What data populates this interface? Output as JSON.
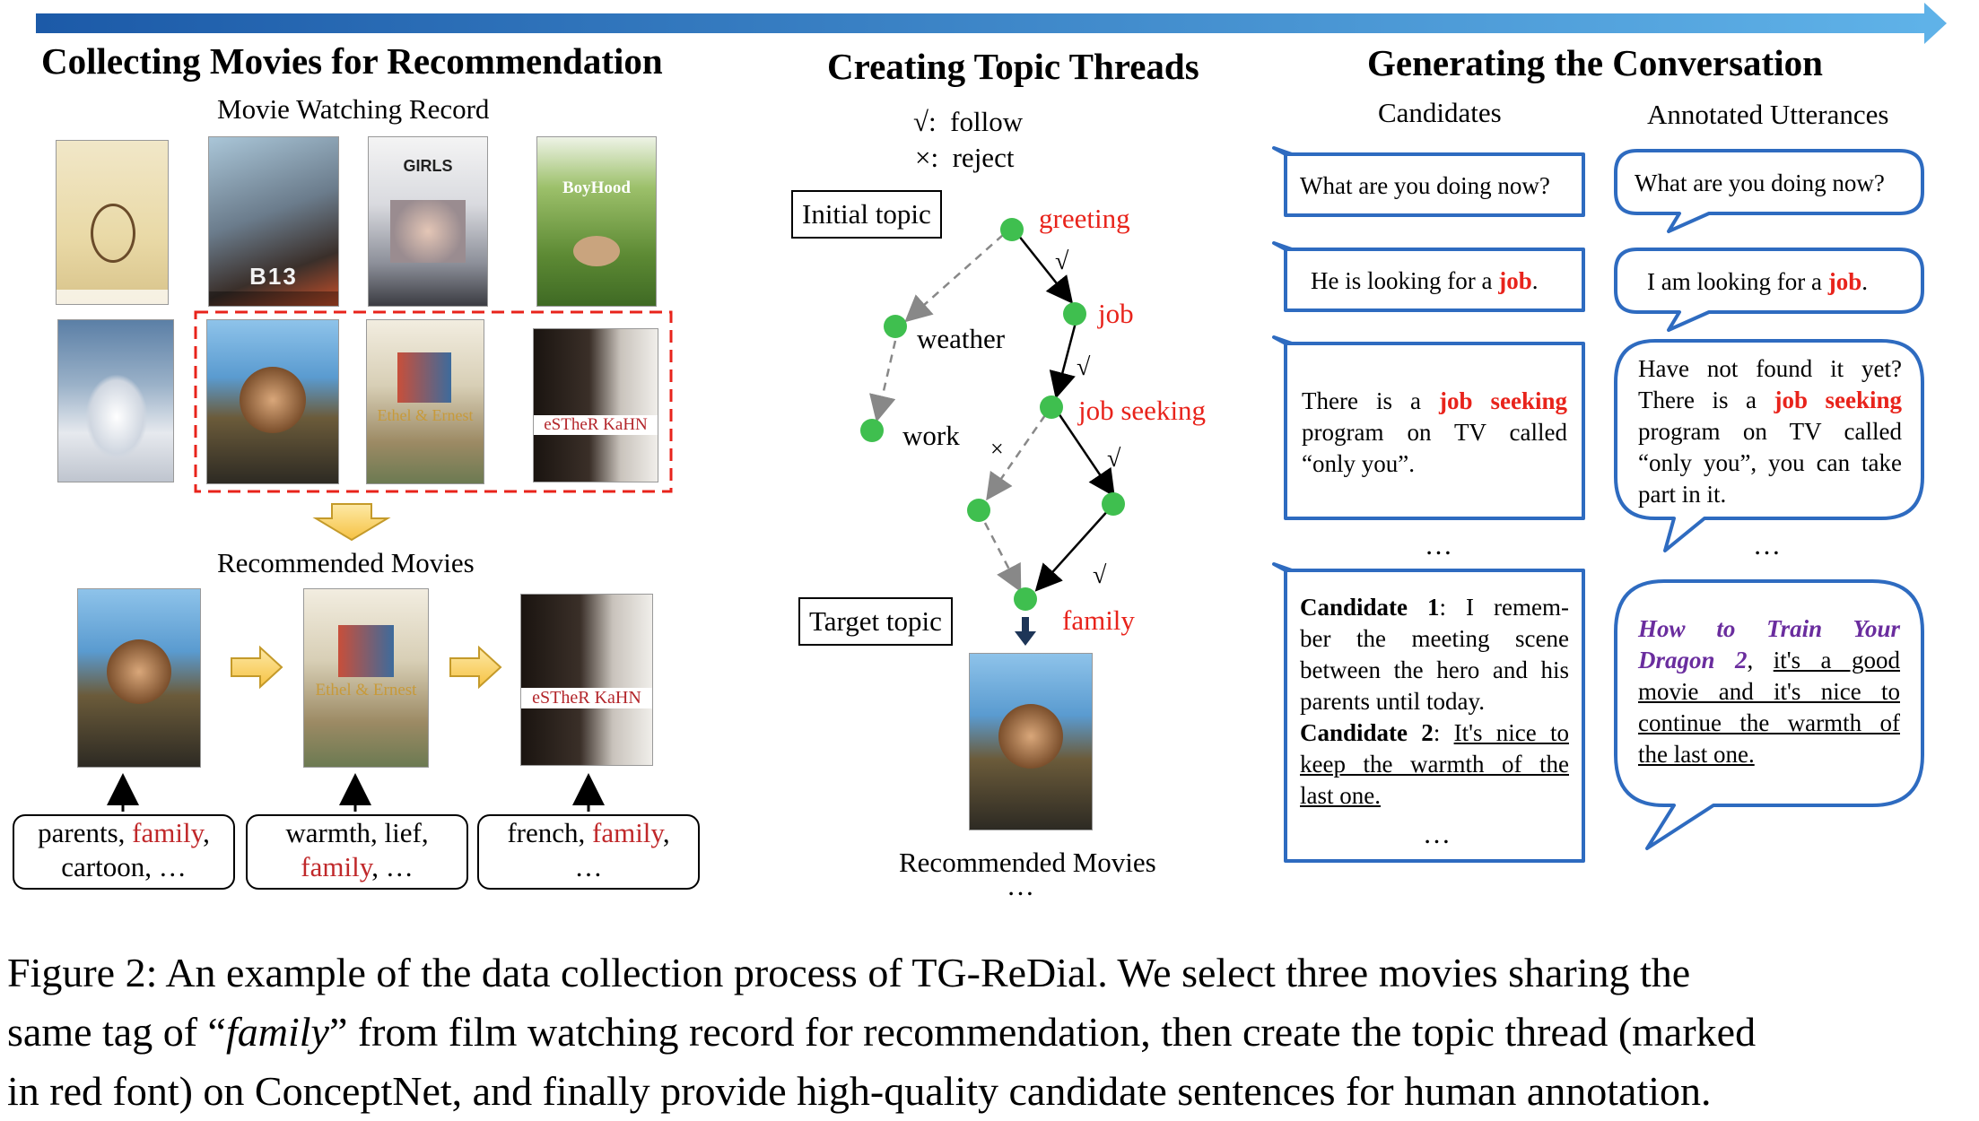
{
  "sections": {
    "left_title": "Collecting Movies for Recommendation",
    "middle_title": "Creating Topic Threads",
    "right_title": "Generating the Conversation"
  },
  "left": {
    "record_label": "Movie Watching Record",
    "recommended_label": "Recommended Movies",
    "posters": [
      {
        "title": ""
      },
      {
        "title": "B13"
      },
      {
        "title": "GIRLS"
      },
      {
        "title": "BoyHood"
      },
      {
        "title": ""
      },
      {
        "title": ""
      },
      {
        "title": "Ethel & Ernest"
      },
      {
        "title": "eSTheR KaHN"
      }
    ],
    "rec_posters": [
      {
        "title": ""
      },
      {
        "title": "Ethel & Ernest"
      },
      {
        "title": "eSTheR KaHN"
      }
    ],
    "tags": [
      {
        "a": "parents, ",
        "b": "family",
        "c": ",",
        "d": "cartoon, …"
      },
      {
        "a": "warmth, lief,",
        "b": "family",
        "c": ", …"
      },
      {
        "a": "french, ",
        "b": "family",
        "c": ",",
        "d": "…"
      }
    ]
  },
  "middle": {
    "legend_follow_sym": "√:",
    "legend_follow": "follow",
    "legend_reject_sym": "×:",
    "legend_reject": "reject",
    "initial_topic": "Initial topic",
    "target_topic": "Target topic",
    "nodes": {
      "greeting": "greeting",
      "job": "job",
      "job_seeking": "job seeking",
      "weather": "weather",
      "work": "work",
      "family": "family"
    },
    "marks": {
      "check": "√",
      "cross": "×"
    },
    "recommended_label": "Recommended Movies",
    "ellipsis": "…"
  },
  "right": {
    "candidates_label": "Candidates",
    "annotated_label": "Annotated Utterances",
    "ellipsis": "…",
    "c1": "What are you doing now?",
    "c2_a": "He is looking for a ",
    "c2_b": "job",
    "c2_c": ".",
    "c3_l1a": "There is a ",
    "c3_l1b": "job seeking",
    "c3_l2": "program on TV called",
    "c3_l3": "“only you”.",
    "c4_l1a": "Candidate 1",
    "c4_l1b": ": I remem-",
    "c4_l2": "ber the meeting scene",
    "c4_l3": "between the hero and his",
    "c4_l4": "parents until today.",
    "c4_l5a": "Candidate 2",
    "c4_l5b": ": ",
    "c4_l5c": "It's nice to",
    "c4_l6": "keep the warmth of the",
    "c4_l7": "last one.",
    "a1": "What are you doing now?",
    "a2_a": "I am looking for a ",
    "a2_b": "job",
    "a2_c": ".",
    "a3_l1": "Have not found it yet?",
    "a3_l2a": "There is a ",
    "a3_l2b": "job seeking",
    "a3_l3": "program on TV called",
    "a3_l4": "“only you”, you can take",
    "a3_l5": "part in it.",
    "a4_l1": "How to Train Your",
    "a4_l2a": "Dragon 2",
    "a4_l2b": ", ",
    "a4_l2c": "it's a good",
    "a4_l3": "movie and it's nice to",
    "a4_l4": "continue the warmth of",
    "a4_l5": "the last one."
  },
  "caption": {
    "l1": "Figure 2: An example of the data collection process of TG-ReDial. We select three movies sharing the",
    "l2a": "same tag of “",
    "l2b": "family",
    "l2c": "” from film watching record for recommendation, then create the topic thread (marked",
    "l3": "in red font) on ConceptNet, and finally provide high-quality candidate sentences for human annotation."
  },
  "colors": {
    "arrow_start": "#1c5aa8",
    "arrow_end": "#5fb2e8",
    "node_green": "#3fbf4f",
    "topic_red": "#e8231b",
    "bubble_blue": "#2e6bc0",
    "dashed_red": "#e8231b",
    "block_arrow_yellow": "#f6c243",
    "dragon_purple": "#6a2d9e"
  }
}
